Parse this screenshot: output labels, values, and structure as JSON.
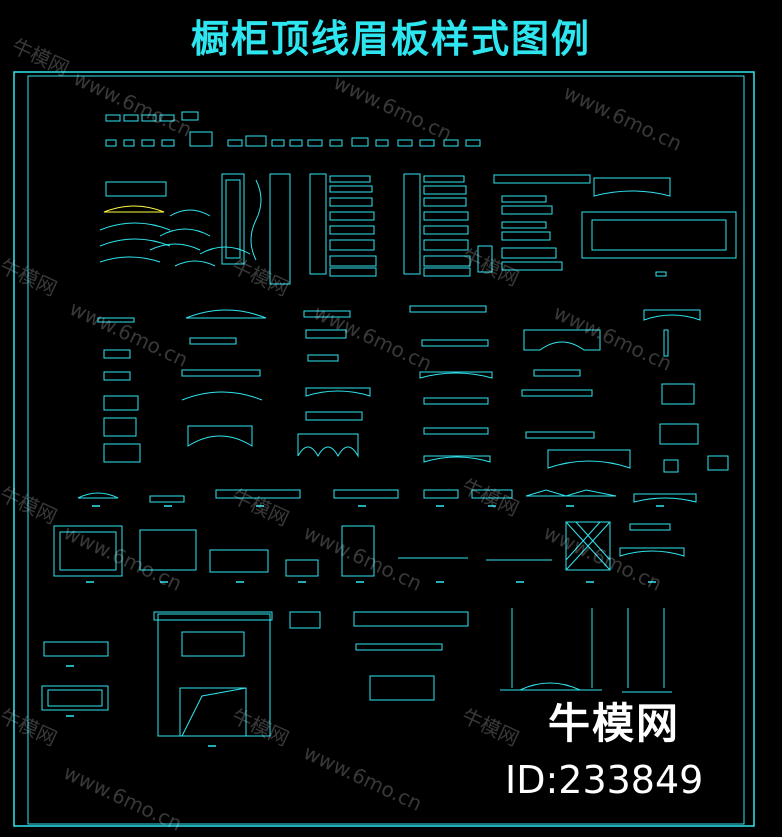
{
  "title": "橱柜顶线眉板样式图例",
  "brand": "牛模网",
  "id_label": "ID:233849",
  "watermark": {
    "brand": "牛模网",
    "url": "www.6mo.cn"
  },
  "colors": {
    "background": "#000000",
    "line": "#2ee6f0",
    "highlight": "#ffff40",
    "brand_text": "#ffffff"
  }
}
